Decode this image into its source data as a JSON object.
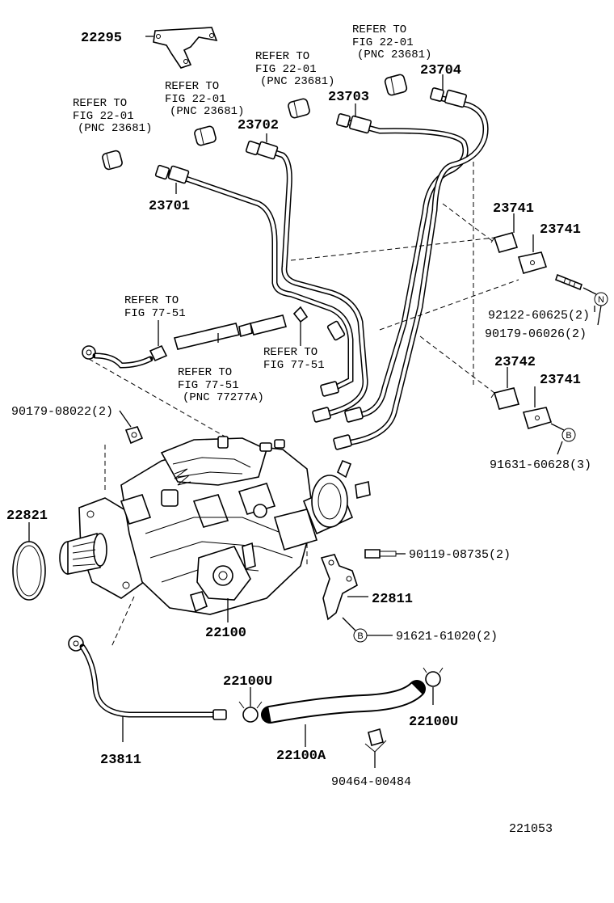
{
  "labels": {
    "p22295": "22295",
    "p23701": "23701",
    "p23702": "23702",
    "p23703": "23703",
    "p23704": "23704",
    "p23741a": "23741",
    "p23741b": "23741",
    "p23741c": "23741",
    "p23742": "23742",
    "p92122": "92122-60625(2)",
    "p90179a": "90179-06026(2)",
    "p91631": "91631-60628(3)",
    "p90179b": "90179-08022(2)",
    "p22821": "22821",
    "p22100": "22100",
    "p90119": "90119-08735(2)",
    "p22811": "22811",
    "p91621": "91621-61020(2)",
    "p22100Ua": "22100U",
    "p22100Ub": "22100U",
    "p22100A": "22100A",
    "p23811": "23811",
    "p90464": "90464-00484",
    "figure_number": "221053"
  },
  "refs": {
    "r1": [
      "REFER TO",
      "FIG 22-01",
      "(PNC 23681)"
    ],
    "r2": [
      "REFER TO",
      "FIG 22-01",
      "(PNC 23681)"
    ],
    "r3": [
      "REFER TO",
      "FIG 22-01",
      "(PNC 23681)"
    ],
    "r4": [
      "REFER TO",
      "FIG 22-01",
      "(PNC 23681)"
    ],
    "r5": [
      "REFER TO",
      "FIG 77-51"
    ],
    "r6": [
      "REFER TO",
      "FIG 77-51",
      "(PNC 77277A)"
    ],
    "r7": [
      "REFER TO",
      "FIG 77-51"
    ]
  },
  "callout_letters": {
    "n": "N",
    "b1": "B",
    "b2": "B"
  }
}
